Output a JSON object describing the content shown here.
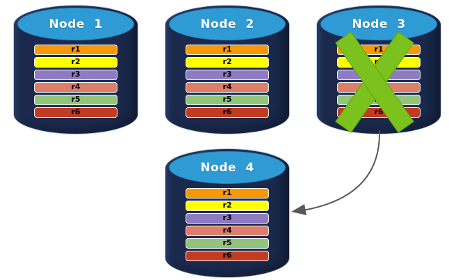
{
  "colors": {
    "background": "#FFFFFF",
    "cylinder_body": "#1B2A4C",
    "cylinder_top": "#2E9BD5",
    "title_text": "#FFFFFF",
    "row_label_text": "#000000",
    "row_border": "#FDFDFD"
  },
  "nodes": [
    {
      "id": "node-1",
      "title": "Node 1",
      "crossed_out": false,
      "rows": [
        {
          "label": "r1",
          "color": "#F7970A"
        },
        {
          "label": "r2",
          "color": "#FFFF00"
        },
        {
          "label": "r3",
          "color": "#8E7CC3"
        },
        {
          "label": "r4",
          "color": "#DD7E6B"
        },
        {
          "label": "r5",
          "color": "#93C47D"
        },
        {
          "label": "r6",
          "color": "#C23B23"
        }
      ]
    },
    {
      "id": "node-2",
      "title": "Node 2",
      "crossed_out": false,
      "rows": [
        {
          "label": "r1",
          "color": "#F7970A"
        },
        {
          "label": "r2",
          "color": "#FFFF00"
        },
        {
          "label": "r3",
          "color": "#8E7CC3"
        },
        {
          "label": "r4",
          "color": "#DD7E6B"
        },
        {
          "label": "r5",
          "color": "#93C47D"
        },
        {
          "label": "r6",
          "color": "#C23B23"
        }
      ]
    },
    {
      "id": "node-3",
      "title": "Node 3",
      "crossed_out": true,
      "rows": [
        {
          "label": "r1",
          "color": "#F7970A"
        },
        {
          "label": "r2",
          "color": "#FFFF00"
        },
        {
          "label": "r3",
          "color": "#8E7CC3"
        },
        {
          "label": "r4",
          "color": "#DD7E6B"
        },
        {
          "label": "r5",
          "color": "#93C47D"
        },
        {
          "label": "r6",
          "color": "#C23B23"
        }
      ]
    },
    {
      "id": "node-4",
      "title": "Node 4",
      "crossed_out": false,
      "rows": [
        {
          "label": "r1",
          "color": "#F7970A"
        },
        {
          "label": "r2",
          "color": "#FFFF00"
        },
        {
          "label": "r3",
          "color": "#8E7CC3"
        },
        {
          "label": "r4",
          "color": "#DD7E6B"
        },
        {
          "label": "r5",
          "color": "#93C47D"
        },
        {
          "label": "r6",
          "color": "#C23B23"
        }
      ]
    }
  ],
  "failure_mark": {
    "node": "node-3",
    "shape": "x-cross",
    "color": "#7CC21E"
  },
  "arrow": {
    "from": "node-3",
    "to": "node-4",
    "color": "#595959"
  }
}
